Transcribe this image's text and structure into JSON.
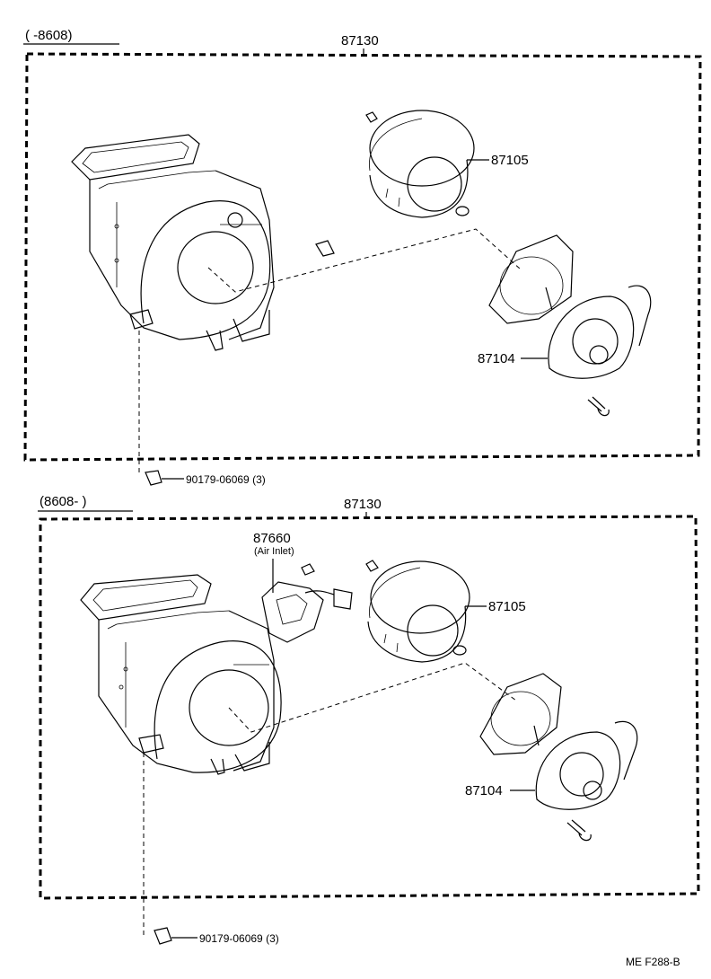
{
  "sections": [
    {
      "period": "(      -8608)",
      "assembly": "87130",
      "parts": {
        "case": "87105",
        "motor": "87104"
      },
      "fastener": "90179-06069 (3)"
    },
    {
      "period": "(8608-      )",
      "assembly": "87130",
      "parts": {
        "servo": "87660",
        "servo_sub": "(Air Inlet)",
        "case": "87105",
        "motor": "87104"
      },
      "fastener": "90179-06069 (3)"
    }
  ],
  "footer": "ME  F288-B"
}
